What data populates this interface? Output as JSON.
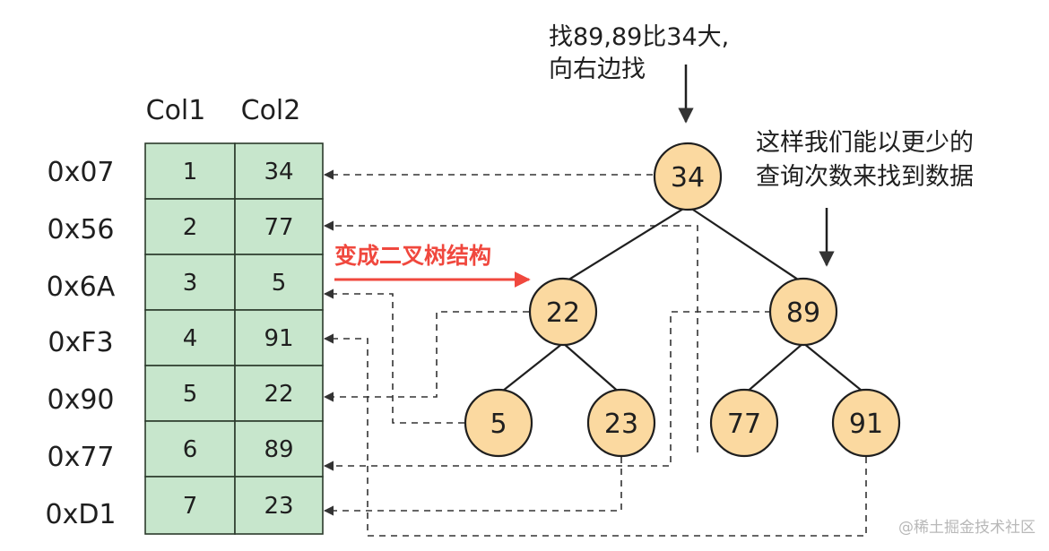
{
  "table": {
    "headers": [
      "Col1",
      "Col2"
    ],
    "rows": [
      {
        "addr": "0x07",
        "col1": "1",
        "col2": "34"
      },
      {
        "addr": "0x56",
        "col1": "2",
        "col2": "77"
      },
      {
        "addr": "0x6A",
        "col1": "3",
        "col2": "5"
      },
      {
        "addr": "0xF3",
        "col1": "4",
        "col2": "91"
      },
      {
        "addr": "0x90",
        "col1": "5",
        "col2": "22"
      },
      {
        "addr": "0x77",
        "col1": "6",
        "col2": "89"
      },
      {
        "addr": "0xD1",
        "col1": "7",
        "col2": "23"
      }
    ]
  },
  "transform_label": "变成二叉树结构",
  "tree": {
    "root": "34",
    "level2": [
      "22",
      "89"
    ],
    "level3": [
      "5",
      "23",
      "77",
      "91"
    ]
  },
  "annotations": {
    "search_line1": "找89,89比34大,",
    "search_line2": "向右边找",
    "benefit_line1": "这样我们能以更少的",
    "benefit_line2": "查询次数来找到数据"
  },
  "watermark": "@稀土掘金技术社区",
  "colors": {
    "cell_fill": "#c7e6cc",
    "cell_border": "#2b3a2b",
    "node_fill": "#fbd9a0",
    "node_border": "#1f1f1f",
    "accent_red": "#f0483e",
    "dashed_line": "#333333"
  }
}
